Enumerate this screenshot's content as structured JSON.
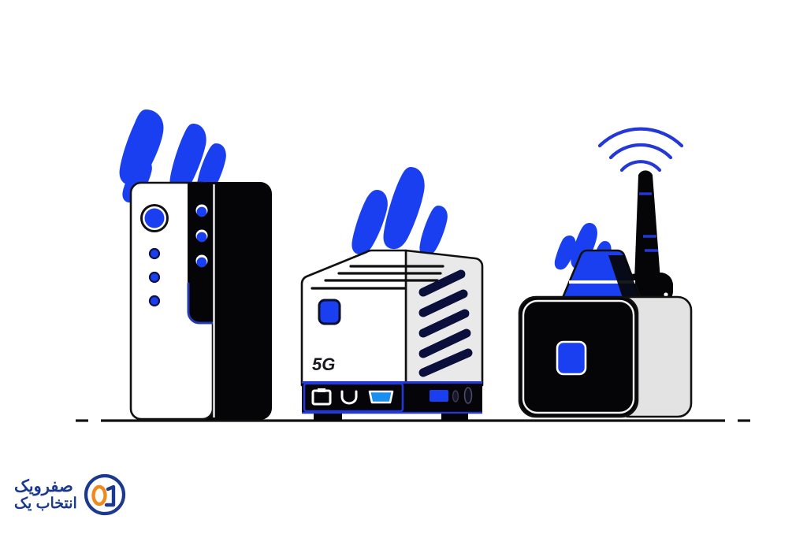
{
  "scene": {
    "title": "Three network modem and router devices illustration",
    "background_color": "#ffffff",
    "accent_blue": "#1a3ff0",
    "dark_navy": "#0b0f28",
    "black": "#050507",
    "light_gray": "#e3e3e3",
    "ground_line_color": "#111111"
  },
  "devices": [
    {
      "id": "device-1",
      "name": "vertical-tower-modem",
      "label": "",
      "colors": {
        "front": "#ffffff",
        "panel": "#050507",
        "side": "#050507",
        "led": "#1a3ff0",
        "edge": "#1b2a7a"
      },
      "leds": {
        "power_button": 1,
        "front_dots": 3,
        "panel_dots": 3
      },
      "splash_drops": 4
    },
    {
      "id": "device-2",
      "name": "5g-desktop-router",
      "label": "5G",
      "colors": {
        "front": "#ffffff",
        "side": "#e9e9e9",
        "portbar": "#040409",
        "accent": "#1a3ff0"
      },
      "vent_slots": 5,
      "top_lines": 4,
      "splash_drops": 3,
      "ports": [
        {
          "name": "ethernet-port",
          "type": "rj45"
        },
        {
          "name": "usb-port",
          "type": "usb"
        },
        {
          "name": "hdmi-port",
          "type": "hdmi",
          "color": "#1a8ff0"
        },
        {
          "name": "sim-slot",
          "type": "sim",
          "color": "#1a3ff0"
        },
        {
          "name": "indicator-led-a",
          "type": "led"
        },
        {
          "name": "indicator-led-b",
          "type": "led"
        }
      ]
    },
    {
      "id": "device-3",
      "name": "antenna-box-router",
      "label": "",
      "colors": {
        "box": "#050507",
        "back_box": "#e3e3e3",
        "cap": "#1a3ff0",
        "antenna": "#050507",
        "indicator": "#1a3ff0"
      },
      "antenna_count": 1,
      "signal_arcs": 3,
      "splash_drops": 3
    }
  ],
  "ground": {
    "line_label": "ground-baseline",
    "dashes_left": 1,
    "dashes_right": 1
  },
  "brand": {
    "line1": "صفرویک",
    "line2": "انتخاب یک",
    "emblem_digits": "01",
    "emblem_zero_color": "#ee8a1e",
    "emblem_one_color": "#1b3a8f",
    "emblem_ring_color": "#1b3a8f",
    "text_color": "#1b3a8f"
  }
}
